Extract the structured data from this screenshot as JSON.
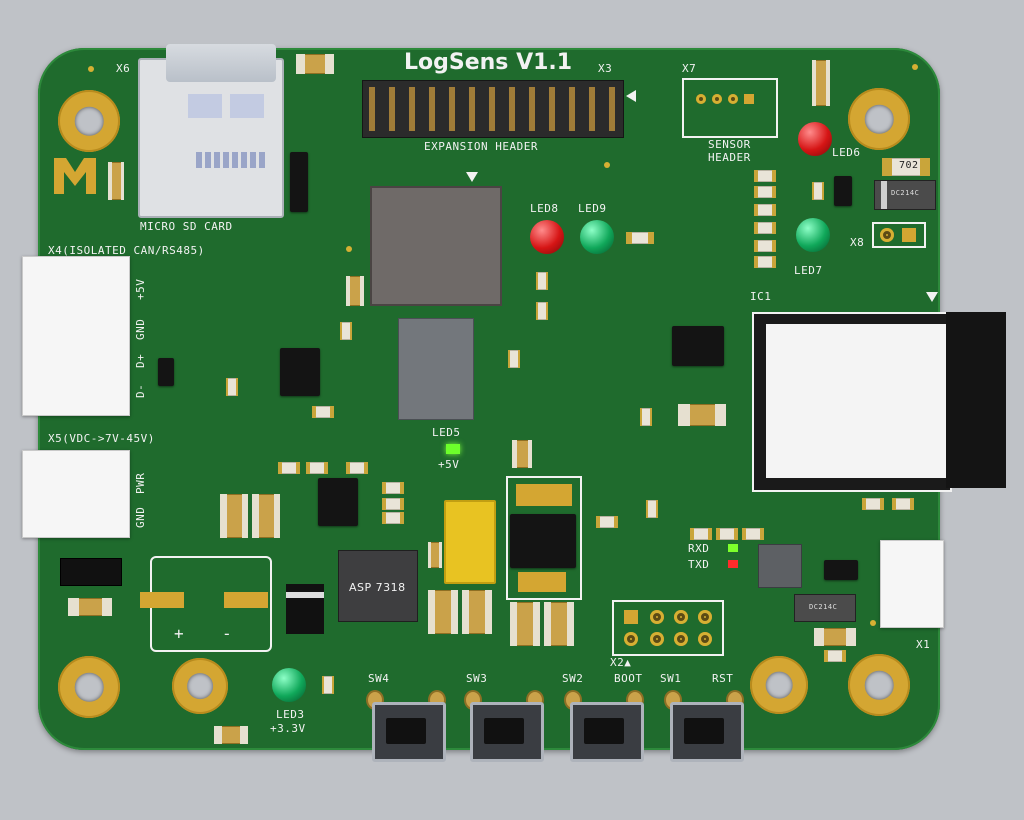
{
  "board": {
    "title": "LogSens V1.1",
    "logo": "YM logo",
    "colors": {
      "pcb": "#1f6b2d",
      "background": "#bfc2c7",
      "gold": "#d4a632",
      "silk": "#f2f2f2"
    }
  },
  "labels": {
    "x6": "X6",
    "sd": "MICRO SD CARD",
    "x3": "X3",
    "exp": "EXPANSION HEADER",
    "x7": "X7",
    "sensor1": "SENSOR",
    "sensor2": "HEADER",
    "led6": "LED6",
    "led7": "LED7",
    "x8": "X8",
    "led8": "LED8",
    "led9": "LED9",
    "ic1": "IC1",
    "x4": "X4(ISOLATED CAN/RS485)",
    "x4_pins": [
      "+5V",
      "GND",
      "D+",
      "D-"
    ],
    "x5": "X5(VDC->7V-45V)",
    "x5_pins": [
      "PWR",
      "GND"
    ],
    "led5": "LED5",
    "led5_v": "+5V",
    "asp": "ASP 7318",
    "plus": "+",
    "minus": "-",
    "rxd": "RXD",
    "txd": "TXD",
    "x2": "X2▲",
    "x1": "X1",
    "led3": "LED3",
    "led3_v": "+3.3V",
    "sw4": "SW4",
    "sw3": "SW3",
    "sw2": "SW2",
    "boot": "BOOT",
    "sw1": "SW1",
    "rst": "RST",
    "diode": "DC214C",
    "diode2": "DC214C",
    "r1": "702"
  }
}
